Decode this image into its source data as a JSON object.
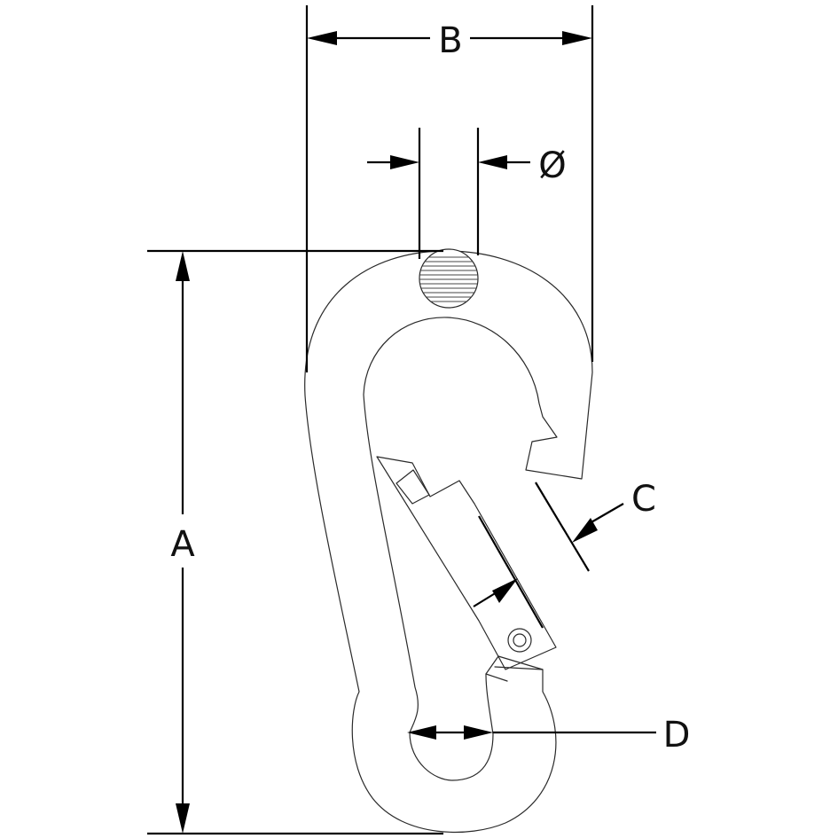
{
  "diagram": {
    "labels": {
      "b": "B",
      "diameter": "Ø",
      "a": "A",
      "c": "C",
      "d": "D"
    },
    "colors": {
      "line": "#000000",
      "outline": "#2a2a2a",
      "background": "#ffffff"
    }
  }
}
